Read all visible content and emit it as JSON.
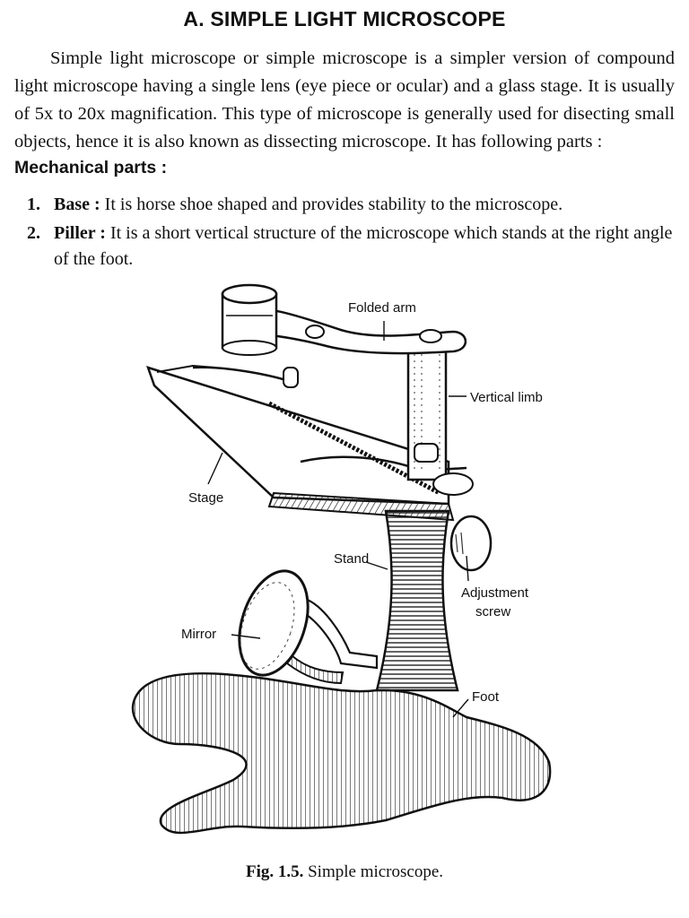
{
  "title": "A. SIMPLE LIGHT MICROSCOPE",
  "intro": "Simple light microscope or simple microscope is a simpler version of compound light microscope having a single lens (eye piece or ocular) and a glass stage. It is usually of 5x to 20x magnification. This type of microscope is generally used for disecting small objects, hence it is also known as dissecting microscope. It has following parts :",
  "section_heading": "Mechanical parts :",
  "parts": [
    {
      "num": "1.",
      "name": "Base :",
      "desc": "It is horse shoe shaped and provides stability to the microscope."
    },
    {
      "num": "2.",
      "name": "Piller :",
      "desc": "It is a short vertical structure of the microscope which stands at the right angle of the foot."
    }
  ],
  "figure": {
    "labels": {
      "folded_arm": "Folded arm",
      "vertical_limb": "Vertical limb",
      "stage": "Stage",
      "stand": "Stand",
      "adjustment_line1": "Adjustment",
      "adjustment_line2": "screw",
      "mirror": "Mirror",
      "foot": "Foot"
    },
    "caption_num": "Fig. 1.5.",
    "caption_text": "Simple microscope."
  }
}
